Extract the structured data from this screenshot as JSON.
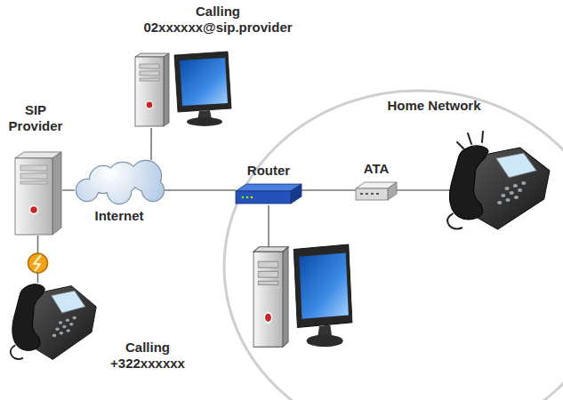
{
  "diagram": {
    "nodes": [
      {
        "text": [
          "Calling 02xxxxxx@sip.provider"
        ]
      },
      {
        "text": [
          "SIP Provider"
        ]
      },
      {
        "text": [
          "Home Network"
        ]
      },
      {
        "text": [
          "Internet"
        ]
      },
      {
        "text": [
          "Router"
        ],
        "in": 2
      },
      {
        "text": [
          "ATA"
        ],
        "in": 2
      },
      {
        "text": [
          "Calling +322xxxxxx"
        ]
      }
    ],
    "edges": [
      {
        "from": 0,
        "to": 3,
        "arrow": "none"
      },
      {
        "from": 1,
        "to": 3,
        "arrow": "none"
      },
      {
        "from": 3,
        "to": 4,
        "arrow": "none"
      },
      {
        "from": 4,
        "to": 5,
        "arrow": "none"
      },
      {
        "from": 1,
        "to": 6,
        "arrow": "none"
      }
    ]
  }
}
